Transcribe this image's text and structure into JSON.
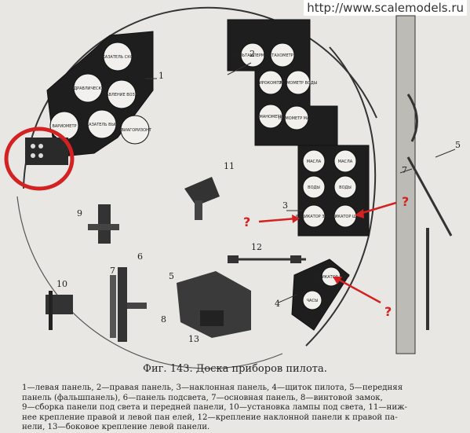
{
  "watermark": "http://www.scalemodels.ru",
  "figure": {
    "callouts": [
      "1",
      "2",
      "3",
      "4",
      "5",
      "6",
      "7",
      "8",
      "9",
      "10",
      "11",
      "12",
      "13",
      "5",
      "7"
    ],
    "question_marks": [
      "?",
      "?",
      "?"
    ],
    "colors": {
      "annotation": "#d42222",
      "ink": "#222222",
      "paper": "#e9e7e3"
    },
    "left_panel_dials": [
      "УКАЗАТЕЛЬ СКОРОСТИ",
      "ГИДРАВЛИЧЕСКИЙ ДАВЛЕНИЕ",
      "ДАВЛЕНИЕ ВОЗДУХА",
      "ВАРИОМЕТР",
      "УКАЗАТЕЛЬ ВЫСОТЫ",
      "АВИАГОРИЗОНТ"
    ],
    "right_panel_dials": [
      "ВОЛЬТАМПЕРМЕТР",
      "ТАХОМЕТР",
      "ГИРОКОМПАС",
      "ТЕРМОМЕТР ВОДЫ",
      "МАНОМЕТР",
      "ТЕРМОМЕТР МАСЛА"
    ],
    "slanted_panel_dials": [
      "МАСЛА",
      "МАСЛА",
      "ВОДЫ",
      "ВОДЫ",
      "ИНДИКАТОР ЗАКРЫЛКОВ",
      "ИНДИКАТОР ШАССИ"
    ],
    "pilot_shield_dials": [
      "ИНДИКАТОР ЗАКРЫЛКОВ",
      "ЧАСЫ"
    ]
  },
  "caption": {
    "title": "Фиг. 143. Доска приборов пилота.",
    "lines": [
      "1—левая панель, 2—правая панель, 3—наклонная панель, 4—щиток пилота, 5—передняя",
      "панель (фальшпанель), 6—панель подсвета, 7—основная панель, 8—винтовой замок,",
      "9—сборка панели под света и передней панели, 10—установка лампы под света, 11—ниж-",
      "нее крепление правой и левой пан елей, 12—крепление наклонной панели к правой па-",
      "нели, 13—боковое крепление левой панели."
    ]
  }
}
